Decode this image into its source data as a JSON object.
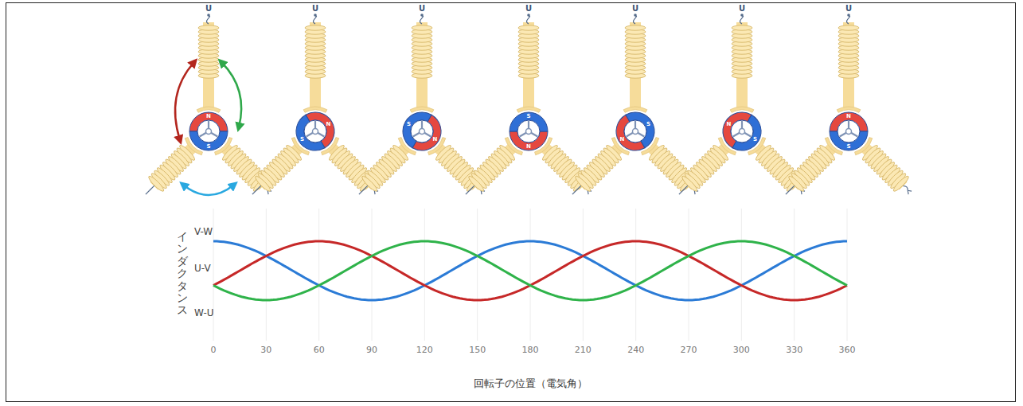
{
  "diagram": {
    "labels": [
      "U",
      "N",
      "S",
      "U",
      "N",
      "S",
      "U",
      "N",
      "S",
      "U",
      "N",
      "S",
      "U",
      "N",
      "S",
      "U",
      "N",
      "S",
      "U",
      "N",
      "S",
      "V-W",
      "U-V",
      "W-U",
      "インダクタンス",
      "0",
      "30",
      "60",
      "90",
      "120",
      "150",
      "180",
      "210",
      "240",
      "270",
      "300",
      "330",
      "360",
      "回転子の位置（電気角）"
    ]
  }
}
